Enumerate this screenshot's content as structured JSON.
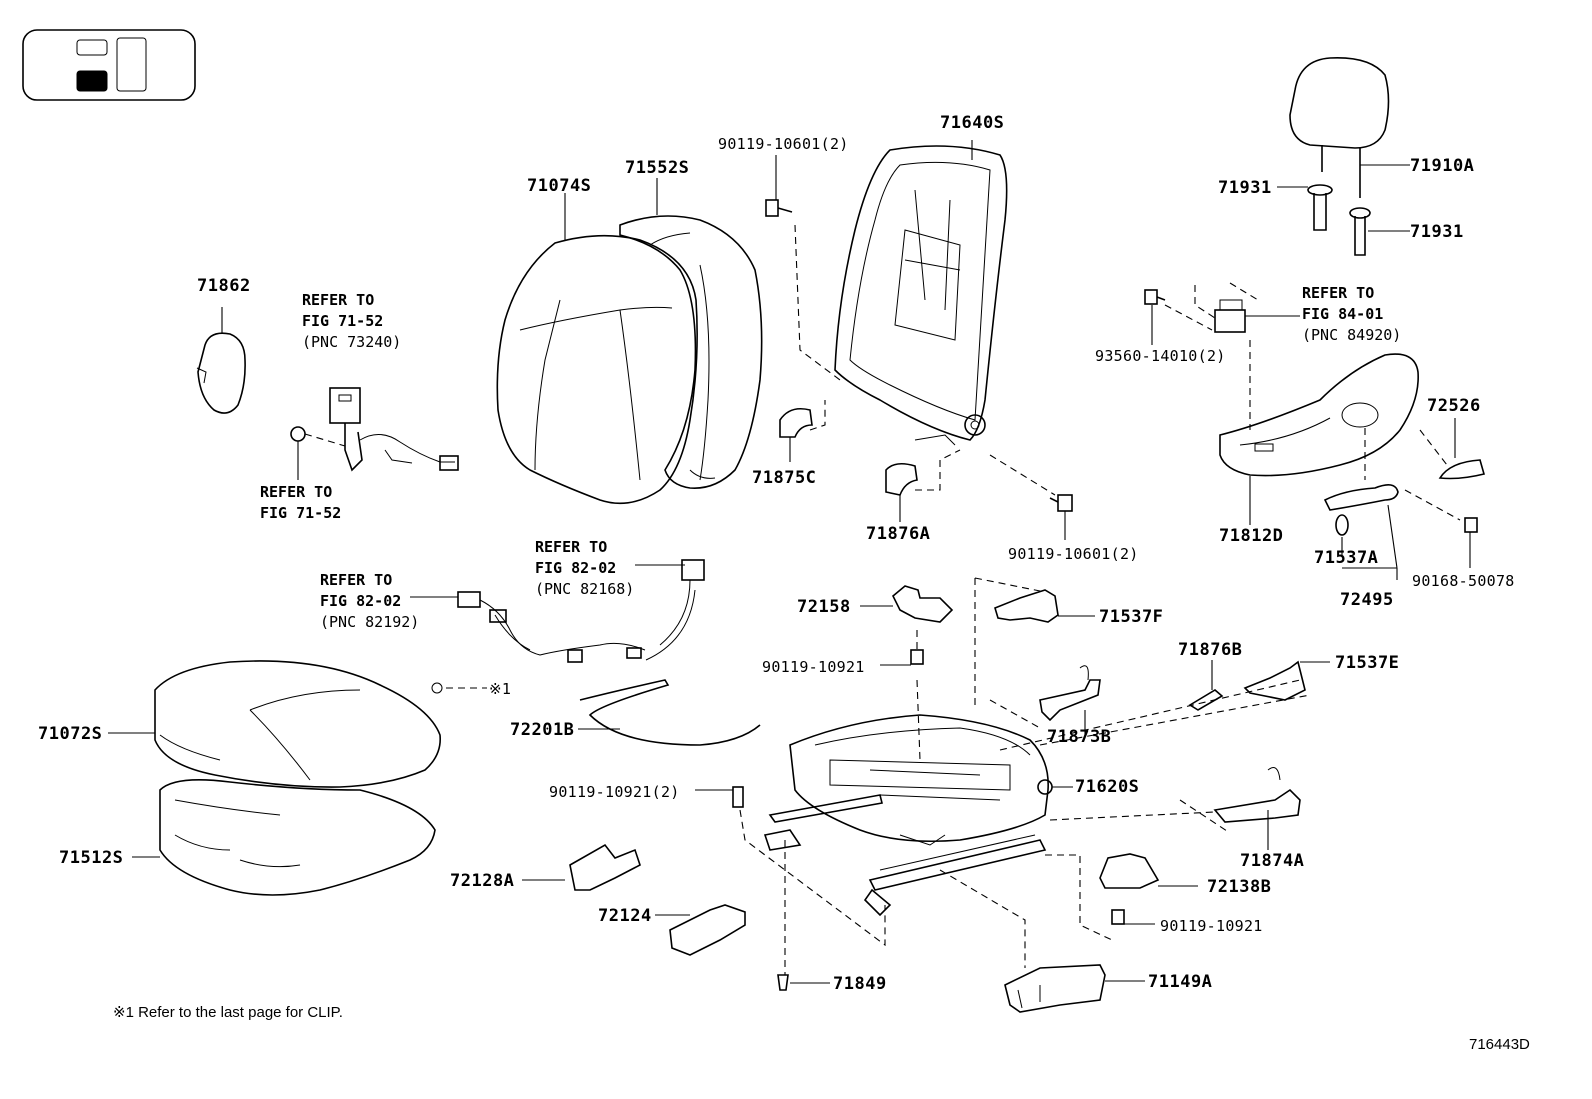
{
  "figure_id": "716443D",
  "footnote": "※1  Refer to the last page for CLIP.",
  "parts": {
    "p71074S": "71074S",
    "p71552S": "71552S",
    "p71640S": "71640S",
    "p90119_10601_top": "90119-10601(2)",
    "p71862": "71862",
    "p71875C": "71875C",
    "p71876A": "71876A",
    "p90119_10601_mid": "90119-10601(2)",
    "p71910A": "71910A",
    "p71931_a": "71931",
    "p71931_b": "71931",
    "p93560_14010": "93560-14010(2)",
    "p72526": "72526",
    "p71812D": "71812D",
    "p71537A": "71537A",
    "p72495": "72495",
    "p90168_50078": "90168-50078",
    "p72158": "72158",
    "p71537F": "71537F",
    "p90119_10921_a": "90119-10921",
    "p71876B": "71876B",
    "p71537E": "71537E",
    "p71873B": "71873B",
    "p72201B": "72201B",
    "p71072S": "71072S",
    "p90119_10921_2": "90119-10921(2)",
    "p71620S": "71620S",
    "p71512S": "71512S",
    "p72128A": "72128A",
    "p72124": "72124",
    "p71874A": "71874A",
    "p72138B": "72138B",
    "p90119_10921_b": "90119-10921",
    "p71849": "71849",
    "p71149A": "71149A",
    "clip_mark": "※1"
  },
  "refs": {
    "belt": {
      "l1": "REFER TO",
      "l2": "FIG 71-52",
      "l3": "(PNC 73240)"
    },
    "belt_lower": {
      "l1": "REFER TO",
      "l2": "FIG 71-52"
    },
    "harness_a": {
      "l1": "REFER TO",
      "l2": "FIG 82-02",
      "l3": "(PNC 82192)"
    },
    "harness_b": {
      "l1": "REFER TO",
      "l2": "FIG 82-02",
      "l3": "(PNC 82168)"
    },
    "switch": {
      "l1": "REFER TO",
      "l2": "FIG 84-01",
      "l3": "(PNC 84920)"
    }
  }
}
